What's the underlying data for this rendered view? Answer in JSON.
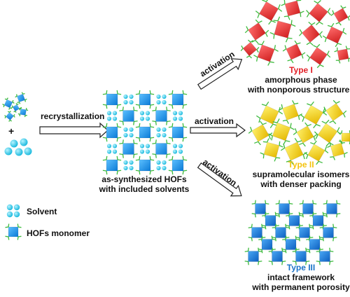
{
  "colors": {
    "hof_blue": "#1a8fe0",
    "solvent_cyan": "#29c5e6",
    "type1": "#e53935",
    "type2": "#f2c200",
    "type3": "#1f7fd8",
    "linker_green": "#3dbb3d",
    "type1_label": "#e21f26",
    "type2_label": "#f4c20d",
    "type3_label": "#1a73c8"
  },
  "arrows": {
    "recrystallization": "recrystallization",
    "activation_top": "activation",
    "activation_mid": "activation",
    "activation_bottom": "activation"
  },
  "left": {
    "plus": "+"
  },
  "center": {
    "caption_line1": "as-synthesized HOFs",
    "caption_line2": "with included solvents"
  },
  "legend": {
    "solvent": "Solvent",
    "monomer": "HOFs monomer"
  },
  "types": [
    {
      "title": "Type I",
      "line1": "amorphous phase",
      "line2": "with nonporous structures"
    },
    {
      "title": "Type II",
      "line1": "supramolecular isomers",
      "line2": "with denser packing"
    },
    {
      "title": "Type III",
      "line1": "intact framework",
      "line2": "with permanent porosity"
    }
  ]
}
